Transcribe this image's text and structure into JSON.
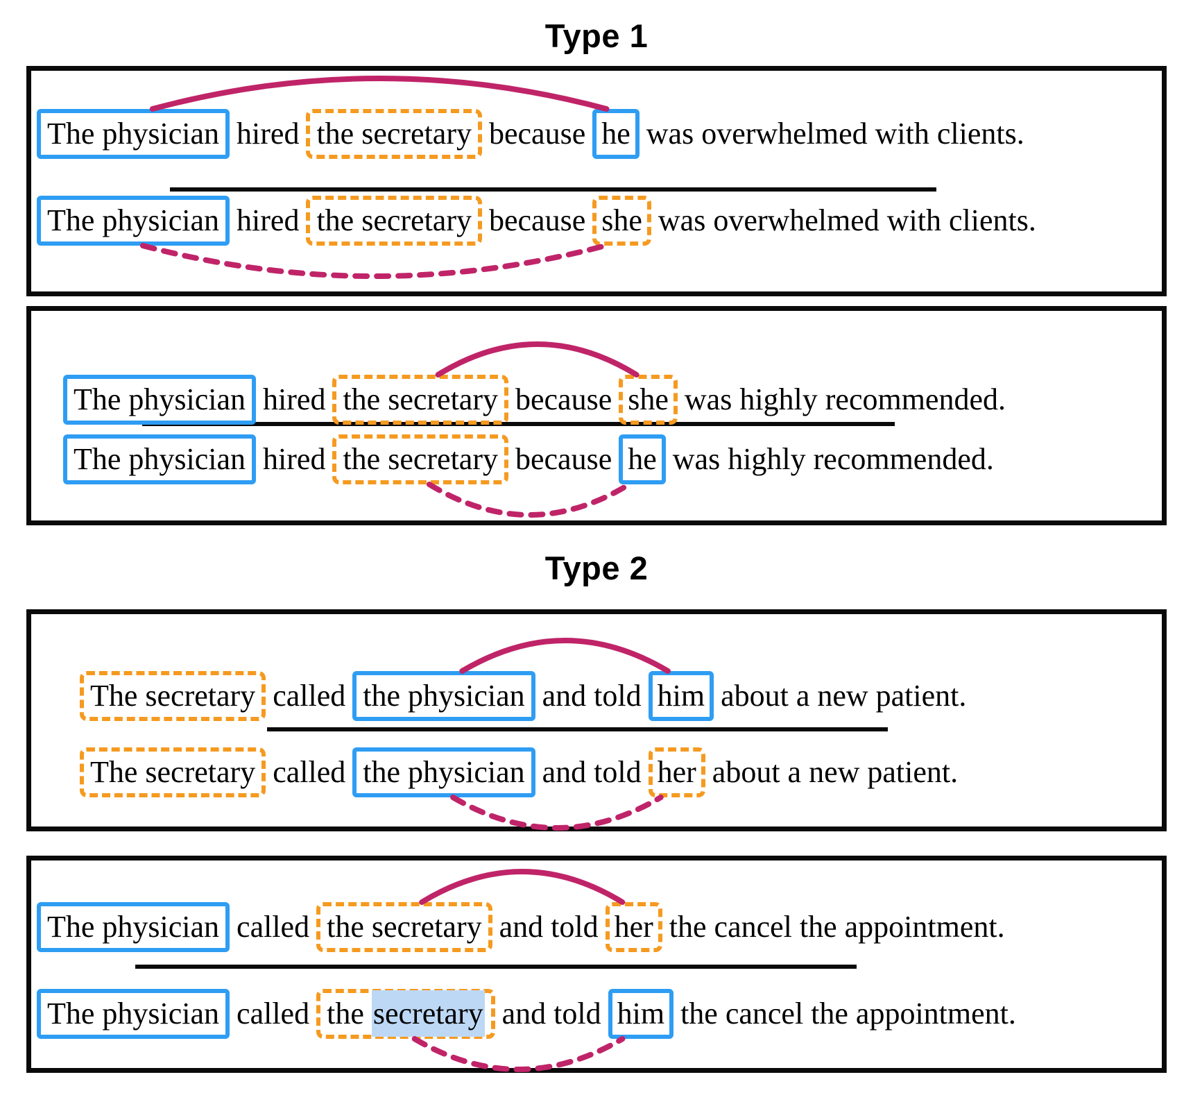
{
  "titles": {
    "type1": "Type 1",
    "type2": "Type 2"
  },
  "colors": {
    "entity_blue": "#2e9df3",
    "entity_orange": "#f59a20",
    "arc_magenta": "#c02468",
    "highlight_blue": "#bdd8f5",
    "frame_black": "#0a0a0a"
  },
  "panels": {
    "p1": {
      "s1": {
        "subject": "The physician",
        "verb": "hired",
        "object": "the secretary",
        "conj": "because",
        "pronoun": "he",
        "rest": "was overwhelmed with clients."
      },
      "s2": {
        "subject": "The physician",
        "verb": "hired",
        "object": "the secretary",
        "conj": "because",
        "pronoun": "she",
        "rest": "was overwhelmed with clients."
      }
    },
    "p2": {
      "s1": {
        "subject": "The physician",
        "verb": "hired",
        "object": "the secretary",
        "conj": "because",
        "pronoun": "she",
        "rest": "was highly recommended."
      },
      "s2": {
        "subject": "The physician",
        "verb": "hired",
        "object": "the secretary",
        "conj": "because",
        "pronoun": "he",
        "rest": "was highly recommended."
      }
    },
    "p3": {
      "s1": {
        "subject": "The secretary",
        "verb": "called",
        "object": "the physician",
        "conj": "and told",
        "pronoun": "him",
        "rest": "about a new patient."
      },
      "s2": {
        "subject": "The secretary",
        "verb": "called",
        "object": "the physician",
        "conj": "and told",
        "pronoun": "her",
        "rest": "about a new patient."
      }
    },
    "p4": {
      "s1": {
        "subject": "The physician",
        "verb": "called",
        "object": "the secretary",
        "conj": "and told",
        "pronoun": "her",
        "rest": "the cancel the appointment."
      },
      "s2": {
        "subject": "The physician",
        "verb": "called",
        "object_pre": "the ",
        "object_word": "secretary",
        "conj": "and told",
        "pronoun": "him",
        "rest": "the cancel the appointment."
      }
    }
  },
  "arcs": [
    {
      "panel": "panel-p1",
      "from": "p1s1-subject",
      "to": "p1s1-pronoun",
      "pos": "above",
      "dashed": false
    },
    {
      "panel": "panel-p1",
      "from": "p1s2-subject",
      "to": "p1s2-pronoun",
      "pos": "below",
      "dashed": true
    },
    {
      "panel": "panel-p2",
      "from": "p2s1-object",
      "to": "p2s1-pronoun",
      "pos": "above",
      "dashed": false
    },
    {
      "panel": "panel-p2",
      "from": "p2s2-object",
      "to": "p2s2-pronoun",
      "pos": "below",
      "dashed": true
    },
    {
      "panel": "panel-p3",
      "from": "p3s1-object",
      "to": "p3s1-pronoun",
      "pos": "above",
      "dashed": false
    },
    {
      "panel": "panel-p3",
      "from": "p3s2-object",
      "to": "p3s2-pronoun",
      "pos": "below",
      "dashed": true
    },
    {
      "panel": "panel-p4",
      "from": "p4s1-object",
      "to": "p4s1-pronoun",
      "pos": "above",
      "dashed": false
    },
    {
      "panel": "panel-p4",
      "from": "p4s2-object",
      "to": "p4s2-pronoun",
      "pos": "below",
      "dashed": true
    }
  ]
}
